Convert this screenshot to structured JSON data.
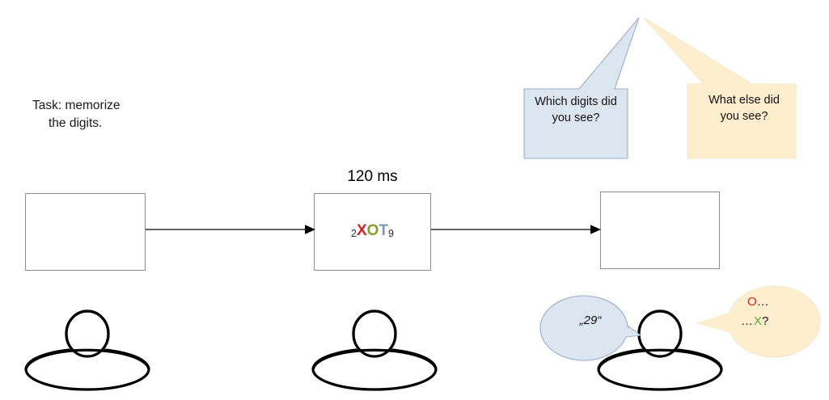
{
  "caption": {
    "line1": "Task: memorize",
    "line2": "the digits."
  },
  "timing": {
    "duration_label": "120 ms"
  },
  "stimulus": {
    "digit_left": "2",
    "letter_1": "X",
    "letter_2": "O",
    "letter_3": "T",
    "digit_right": "9"
  },
  "prompts": {
    "digits_question_line1": "Which digits did",
    "digits_question_line2": "you see?",
    "letters_question_line1": "What else did",
    "letters_question_line2": "you see?"
  },
  "responses": {
    "digits_answer": "„29“",
    "letters_answer_line1_char": "O",
    "letters_answer_line1_dots": "…",
    "letters_answer_line2_dots": "…",
    "letters_answer_line2_char": "X",
    "letters_answer_line2_mark": "?"
  },
  "colors": {
    "bubble_blue_fill": "#dce6f1",
    "bubble_blue_stroke": "#9aaec6",
    "bubble_yellow_fill": "#fdeece",
    "bubble_yellow_stroke": "#f2e0bd",
    "frame_border": "#8c8c8c",
    "stimulus_x": "#d61f1f",
    "stimulus_o": "#8c9a2b",
    "stimulus_t": "#7b9ab5",
    "answer_o": "#e01b1b",
    "answer_x": "#56a83c",
    "arrow": "#000000",
    "person_outline": "#000000"
  }
}
